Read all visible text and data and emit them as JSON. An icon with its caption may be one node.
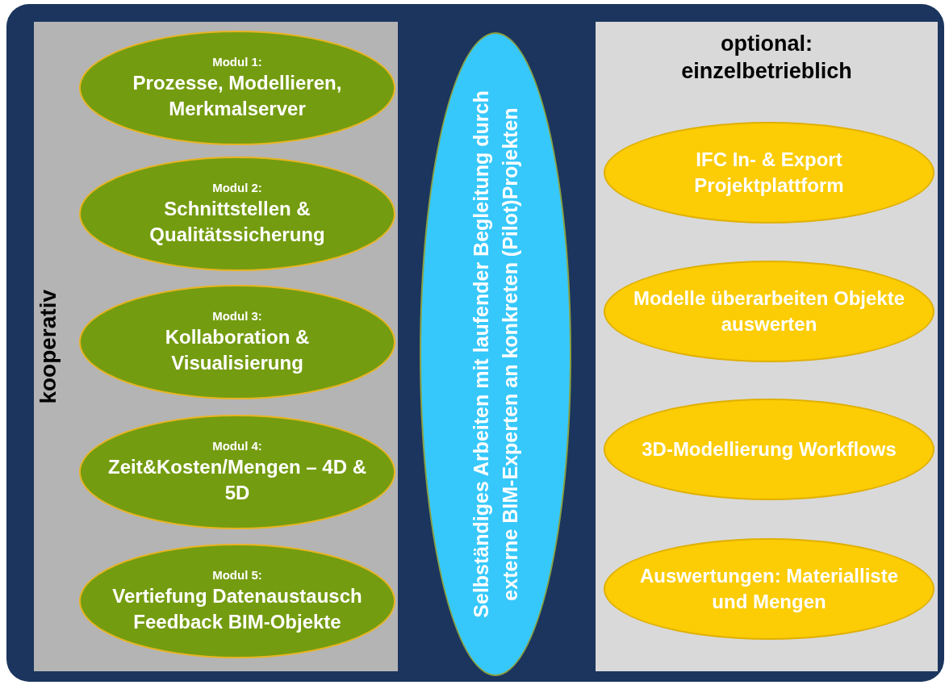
{
  "diagram": {
    "nodes": [
      {
        "text": [
          "kooperativ"
        ]
      },
      {
        "text": [
          "Modul 1:",
          "Prozesse, Modellieren, Merkmalserver"
        ],
        "in": 0
      },
      {
        "text": [
          "Modul 2:",
          "Schnittstellen & Qualitätssicherung"
        ],
        "in": 0
      },
      {
        "text": [
          "Modul 3:",
          "Kollaboration & Visualisierung"
        ],
        "in": 0
      },
      {
        "text": [
          "Modul 4:",
          "Zeit&Kosten/Mengen – 4D & 5D"
        ],
        "in": 0
      },
      {
        "text": [
          "Modul 5:",
          "Vertiefung Datenaustausch Feedback BIM-Objekte"
        ],
        "in": 0
      },
      {
        "text": [
          "Selbständiges Arbeiten mit laufender Begleitung durch externe BIM-Experten an konkreten (Pilot)Projekten"
        ]
      },
      {
        "text": [
          "optional: einzelbetrieblich"
        ]
      },
      {
        "text": [
          "IFC In- & Export Projektplattform"
        ],
        "in": 7
      },
      {
        "text": [
          "Modelle überarbeiten Objekte auswerten"
        ],
        "in": 7
      },
      {
        "text": [
          "3D-Modellierung Workflows"
        ],
        "in": 7
      },
      {
        "text": [
          "Auswertungen: Materialliste und Mengen"
        ],
        "in": 7
      }
    ]
  }
}
